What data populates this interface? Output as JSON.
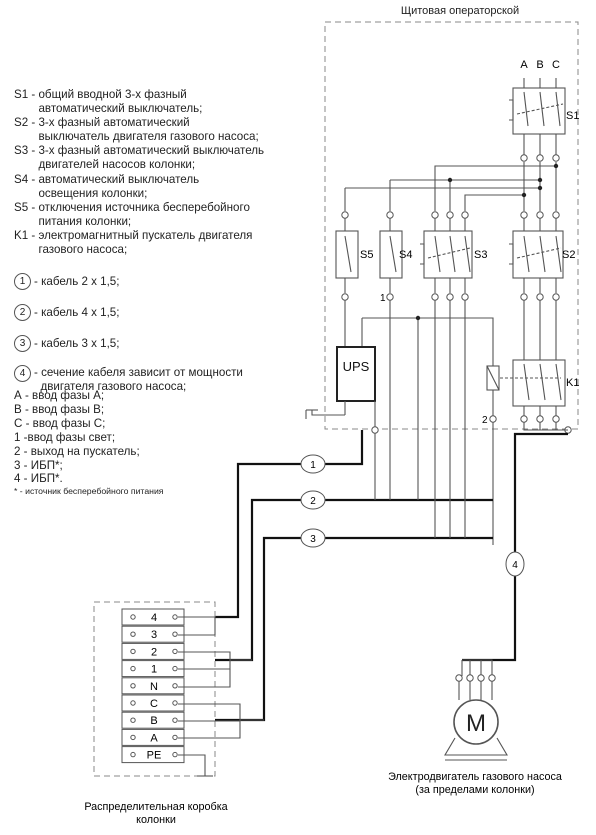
{
  "panel_title": "Щитовая операторской",
  "legend": [
    {
      "key": "S1",
      "text": "общий вводной 3-х фазный автоматический выключатель;",
      "lines": [
        "общий вводной 3-х фазный",
        "автоматический выключатель;"
      ]
    },
    {
      "key": "S2",
      "text": "3-х фазный автоматический выключатель двигателя газового насоса;",
      "lines": [
        "3-х фазный автоматический",
        "выключатель двигателя газового насоса;"
      ]
    },
    {
      "key": "S3",
      "text": "3-х фазный автоматический выключатель двигателей насосов колонки;",
      "lines": [
        "3-х фазный автоматический выключатель",
        "двигателей насосов колонки;"
      ]
    },
    {
      "key": "S4",
      "text": "автоматический выключатель освещения колонки;",
      "lines": [
        "автоматический выключатель",
        "освещения колонки;"
      ]
    },
    {
      "key": "S5",
      "text": "отключения источника бесперебойного питания колонки;",
      "lines": [
        "отключения источника бесперебойного",
        "питания колонки;"
      ]
    },
    {
      "key": "K1",
      "text": "электромагнитный пускатель двигателя газового насоса;",
      "lines": [
        "электромагнитный пускатель двигателя",
        "газового насоса;"
      ]
    }
  ],
  "cables": [
    {
      "num": "1",
      "text": "- кабель 2 х 1,5;"
    },
    {
      "num": "2",
      "text": "- кабель 4 х 1,5;"
    },
    {
      "num": "3",
      "text": "- кабель 3 х 1,5;"
    },
    {
      "num": "4",
      "text": "- сечение кабеля зависит от мощности двигателя газового насоса;",
      "lines": [
        "- сечение кабеля зависит от мощности",
        "двигателя газового насоса;"
      ]
    }
  ],
  "terminal_legend": [
    "А - ввод фазы А;",
    "В - ввод фазы В;",
    "С - ввод фазы С;",
    "1 -ввод фазы свет;",
    "2 - выход на пускатель;",
    "3 - ИБП*;",
    "4 - ИБП*."
  ],
  "footnote": "* - источник бесперебойного питания",
  "phase_labels": [
    "A",
    "B",
    "C"
  ],
  "device_labels": {
    "s1": "S1",
    "s2": "S2",
    "s3": "S3",
    "s4": "S4",
    "s5": "S5",
    "k1": "K1",
    "ups": "UPS",
    "t1": "1",
    "t2": "2"
  },
  "terminal_block": [
    "4",
    "3",
    "2",
    "1",
    "N",
    "C",
    "B",
    "A",
    "PE"
  ],
  "cable_markers": [
    "1",
    "2",
    "3",
    "4"
  ],
  "motor_symbol": "M",
  "junction_box_caption": "Распределительная коробка колонки",
  "motor_caption": "Электродвигатель газового насоса (за пределами колонки)"
}
